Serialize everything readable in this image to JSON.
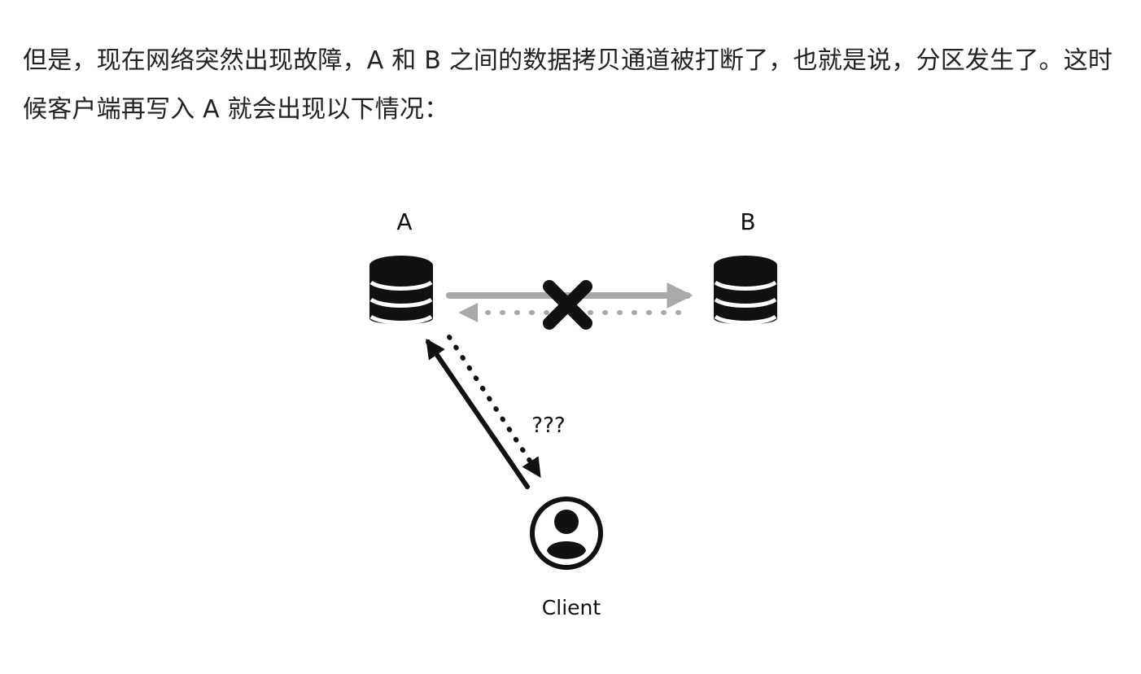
{
  "article": {
    "paragraph": "但是，现在网络突然出现故障，A 和 B 之间的数据拷贝通道被打断了，也就是说，分区发生了。这时候客户端再写入 A 就会出现以下情况："
  },
  "diagram": {
    "node_a_label": "A",
    "node_b_label": "B",
    "question_label": "???",
    "client_label": "Client",
    "colors": {
      "ink": "#111111",
      "link": "#a9a9a9",
      "background": "#ffffff"
    },
    "icons": {
      "node_a": "database-icon",
      "node_b": "database-icon",
      "broken_link": "cross-icon",
      "client": "user-icon"
    }
  }
}
